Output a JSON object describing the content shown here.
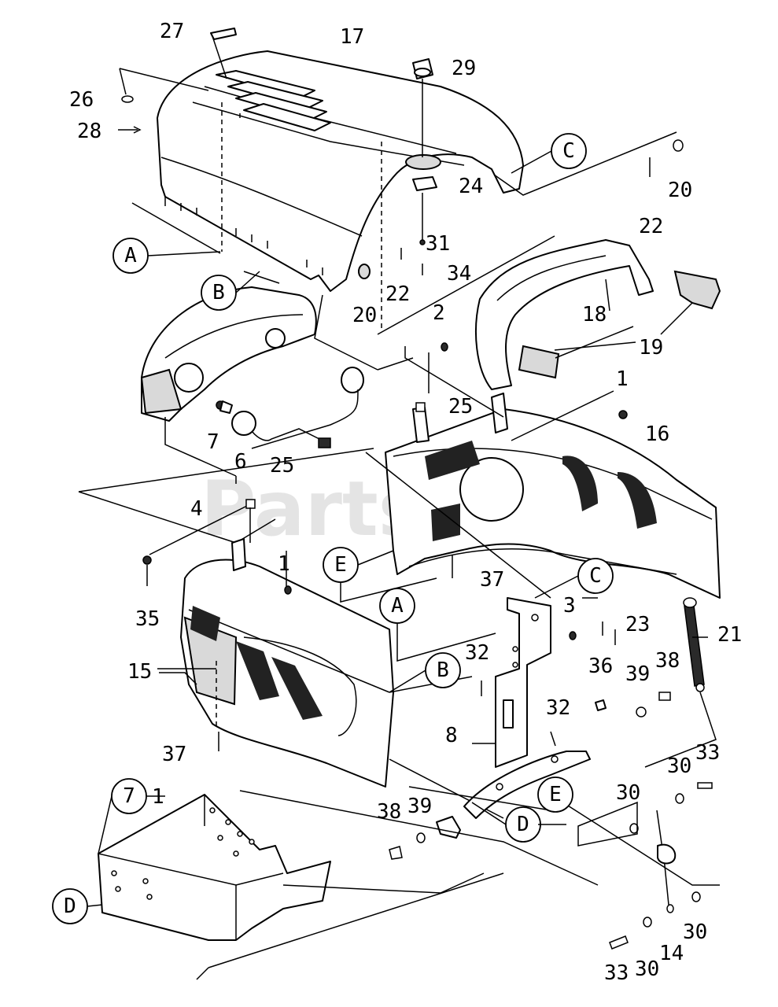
{
  "watermark": "PartsTree",
  "callouts": {
    "c1a": "1",
    "c1b": "1",
    "c2": "2",
    "c3": "3",
    "c4": "4",
    "c6": "6",
    "c7": "7",
    "c8": "8",
    "c14": "14",
    "c15": "15",
    "c16": "16",
    "c17": "17",
    "c18": "18",
    "c19": "19",
    "c20a": "20",
    "c20b": "20",
    "c21": "21",
    "c22a": "22",
    "c22b": "22",
    "c23": "23",
    "c24": "24",
    "c25a": "25",
    "c25b": "25",
    "c26": "26",
    "c27": "27",
    "c28": "28",
    "c29": "29",
    "c30a": "30",
    "c30b": "30",
    "c30c": "30",
    "c30d": "30",
    "c31": "31",
    "c32a": "32",
    "c32b": "32",
    "c33a": "33",
    "c33b": "33",
    "c34": "34",
    "c35": "35",
    "c36": "36",
    "c37a": "37",
    "c37b": "37",
    "c38a": "38",
    "c38b": "38",
    "c39a": "39",
    "c39b": "39",
    "c1frame": "1"
  },
  "refs": {
    "a1": "A",
    "a2": "A",
    "b1": "B",
    "b2": "B",
    "c1": "C",
    "c2": "C",
    "d1": "D",
    "d2": "D",
    "e1": "E",
    "e2": "E",
    "frame7": "7"
  }
}
